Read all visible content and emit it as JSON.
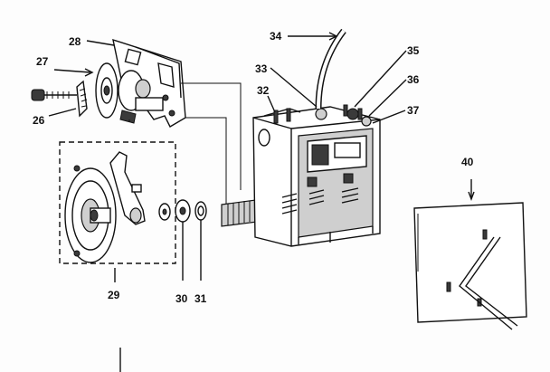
{
  "diagram": {
    "labels": {
      "p26": "26",
      "p27": "27",
      "p28": "28",
      "p29": "29",
      "p30": "30",
      "p31": "31",
      "p32": "32",
      "p33": "33",
      "p34": "34",
      "p35": "35",
      "p36": "36",
      "p37": "37",
      "p40": "40"
    }
  }
}
